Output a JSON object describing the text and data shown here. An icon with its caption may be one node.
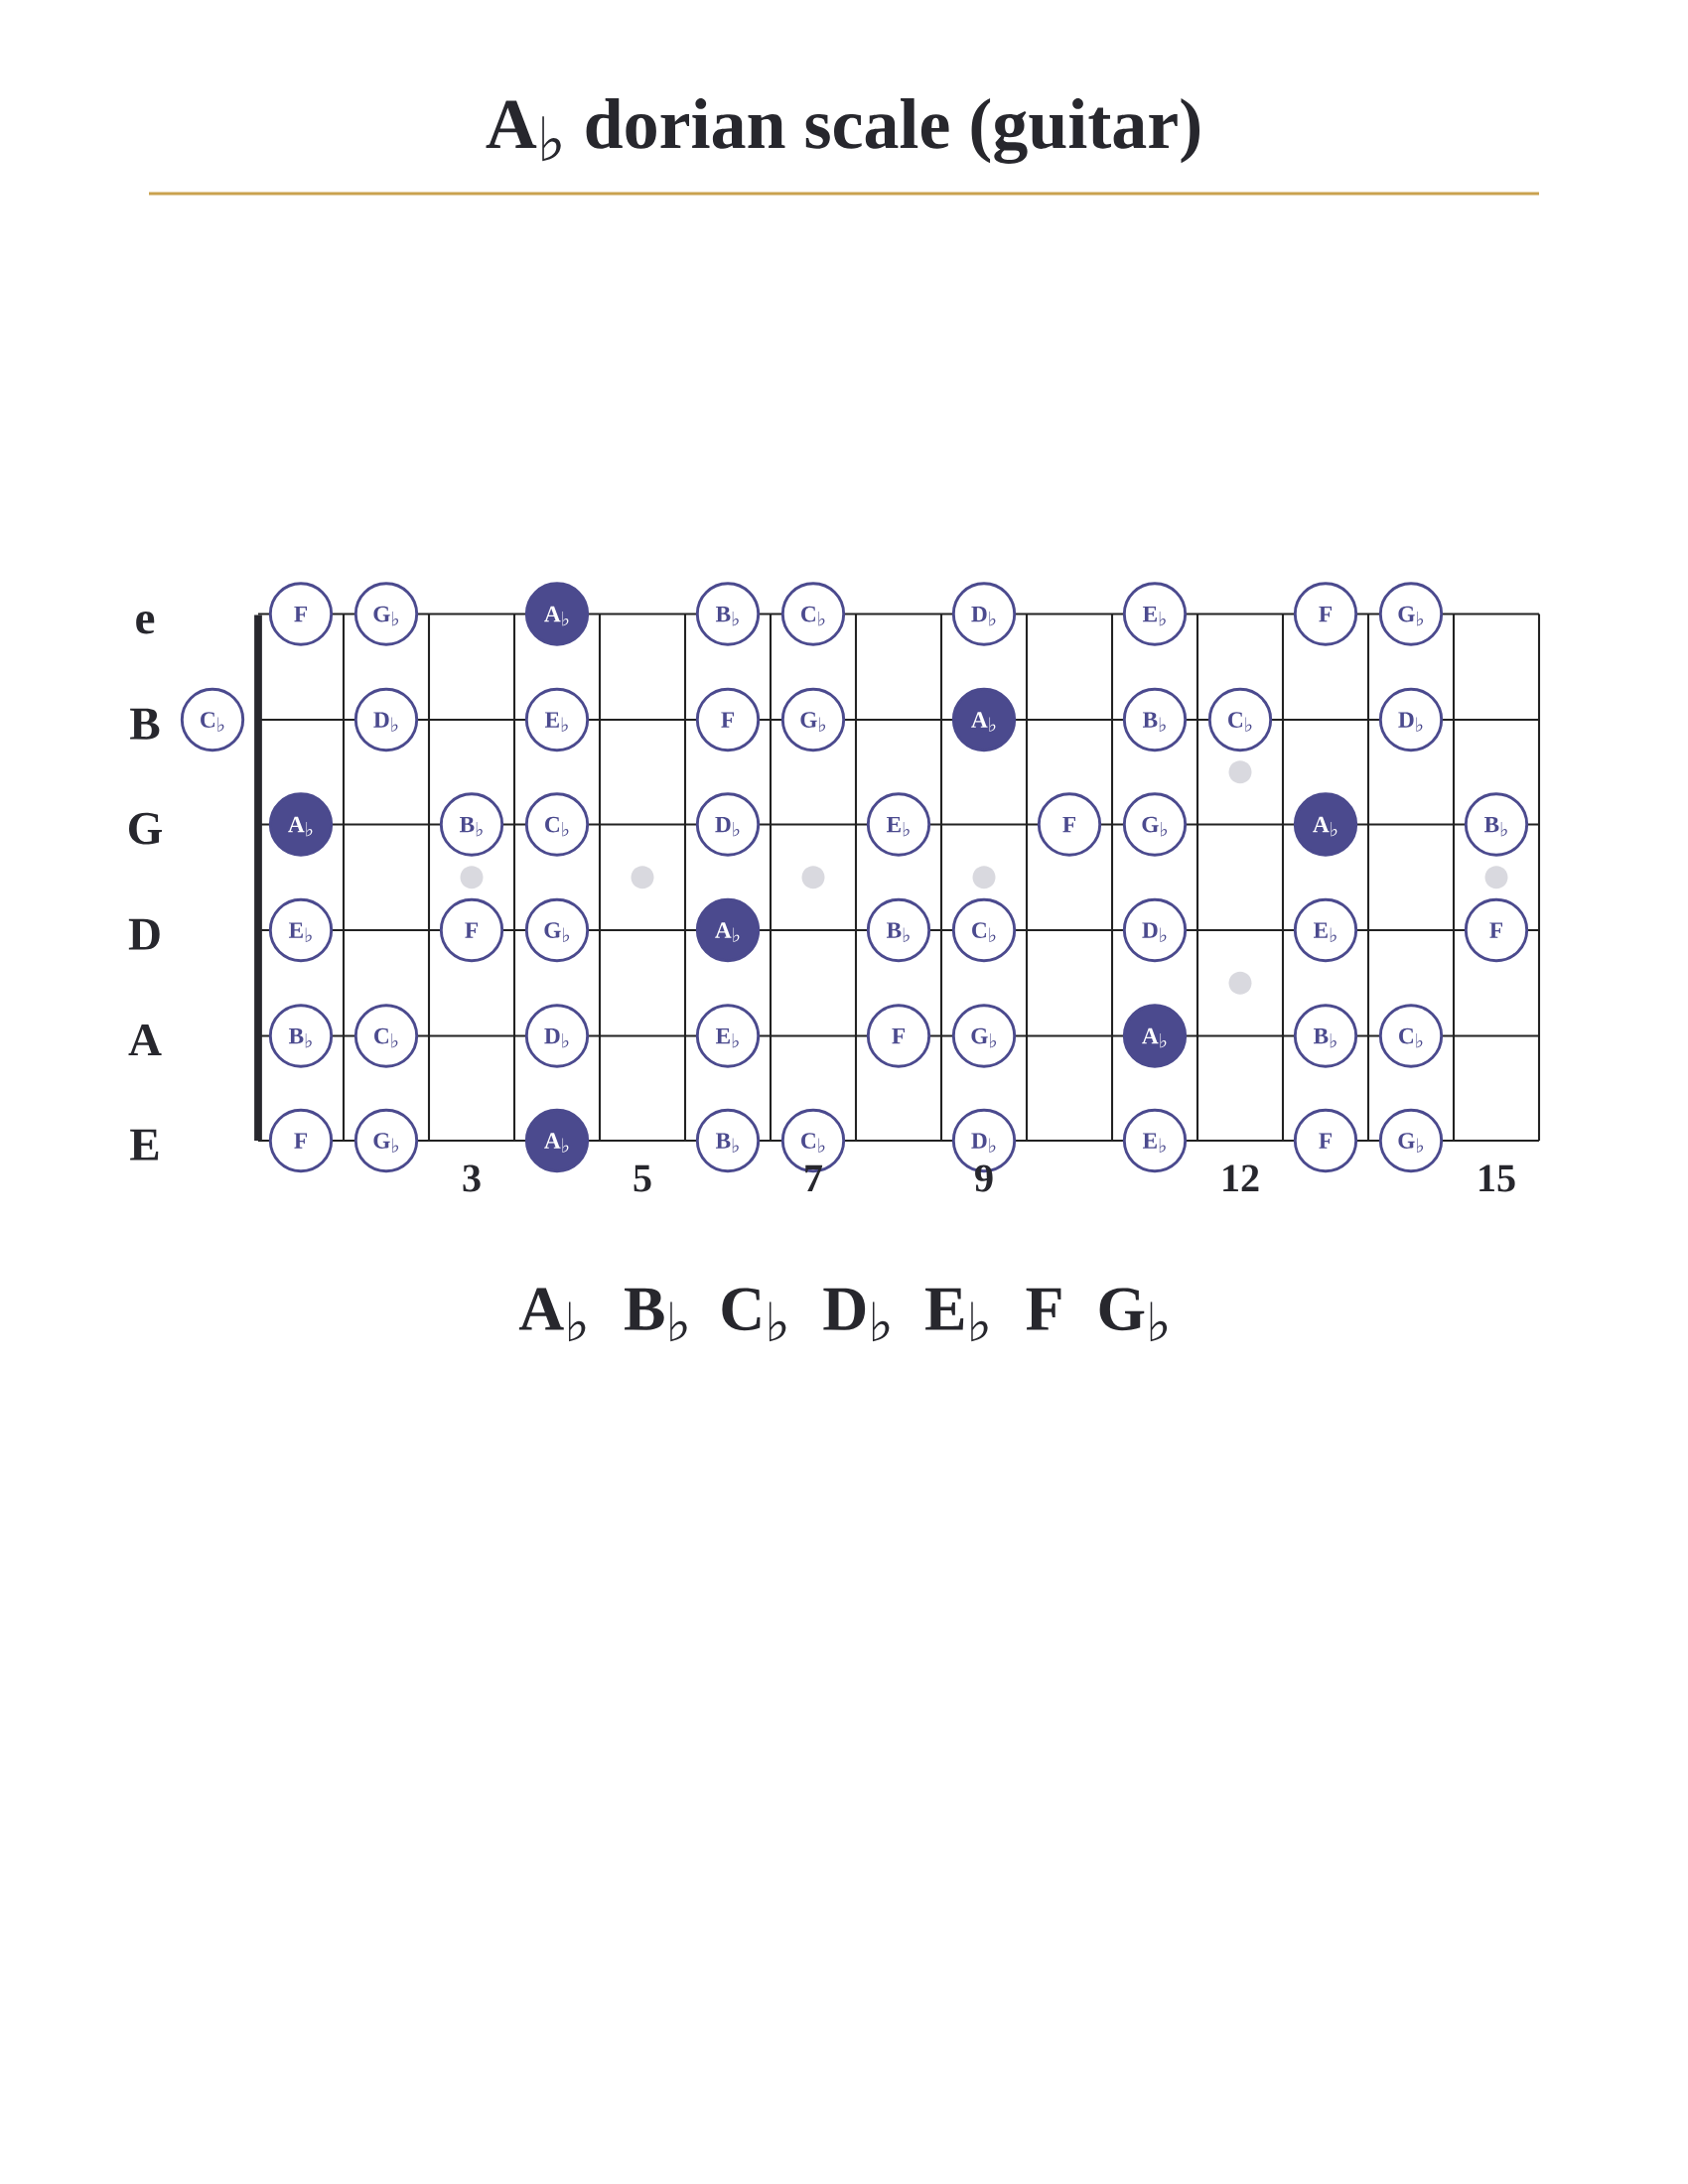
{
  "diagram": {
    "title": "A♭ dorian scale (guitar)",
    "nodes": [
      {
        "text": [
          "F"
        ]
      },
      {
        "text": [
          "G♭"
        ]
      },
      {
        "text": [
          "A♭"
        ]
      },
      {
        "text": [
          "B♭"
        ]
      },
      {
        "text": [
          "C♭"
        ]
      },
      {
        "text": [
          "D♭"
        ]
      },
      {
        "text": [
          "E♭"
        ]
      },
      {
        "text": [
          "F"
        ]
      },
      {
        "text": [
          "G♭"
        ]
      },
      {
        "text": [
          "C♭"
        ]
      },
      {
        "text": [
          "D♭"
        ]
      },
      {
        "text": [
          "E♭"
        ]
      },
      {
        "text": [
          "F"
        ]
      },
      {
        "text": [
          "G♭"
        ]
      },
      {
        "text": [
          "A♭"
        ]
      },
      {
        "text": [
          "B♭"
        ]
      },
      {
        "text": [
          "C♭"
        ]
      },
      {
        "text": [
          "D♭"
        ]
      },
      {
        "text": [
          "A♭"
        ]
      },
      {
        "text": [
          "B♭"
        ]
      },
      {
        "text": [
          "C♭"
        ]
      },
      {
        "text": [
          "D♭"
        ]
      },
      {
        "text": [
          "E♭"
        ]
      },
      {
        "text": [
          "F"
        ]
      },
      {
        "text": [
          "G♭"
        ]
      },
      {
        "text": [
          "A♭"
        ]
      },
      {
        "text": [
          "B♭"
        ]
      },
      {
        "text": [
          "E♭"
        ]
      },
      {
        "text": [
          "F"
        ]
      },
      {
        "text": [
          "G♭"
        ]
      },
      {
        "text": [
          "A♭"
        ]
      },
      {
        "text": [
          "B♭"
        ]
      },
      {
        "text": [
          "C♭"
        ]
      },
      {
        "text": [
          "D♭"
        ]
      },
      {
        "text": [
          "E♭"
        ]
      },
      {
        "text": [
          "F"
        ]
      },
      {
        "text": [
          "B♭"
        ]
      },
      {
        "text": [
          "C♭"
        ]
      },
      {
        "text": [
          "D♭"
        ]
      },
      {
        "text": [
          "E♭"
        ]
      },
      {
        "text": [
          "F"
        ]
      },
      {
        "text": [
          "G♭"
        ]
      },
      {
        "text": [
          "A♭"
        ]
      },
      {
        "text": [
          "B♭"
        ]
      },
      {
        "text": [
          "C♭"
        ]
      },
      {
        "text": [
          "F"
        ]
      },
      {
        "text": [
          "G♭"
        ]
      },
      {
        "text": [
          "A♭"
        ]
      },
      {
        "text": [
          "B♭"
        ]
      },
      {
        "text": [
          "C♭"
        ]
      },
      {
        "text": [
          "D♭"
        ]
      },
      {
        "text": [
          "E♭"
        ]
      },
      {
        "text": [
          "F"
        ]
      },
      {
        "text": [
          "G♭"
        ]
      }
    ],
    "labels": [
      "e",
      "B",
      "G",
      "D",
      "A",
      "E",
      "3",
      "5",
      "7",
      "9",
      "12",
      "15",
      "A♭",
      "B♭",
      "C♭",
      "D♭",
      "E♭",
      "F",
      "G♭"
    ]
  }
}
